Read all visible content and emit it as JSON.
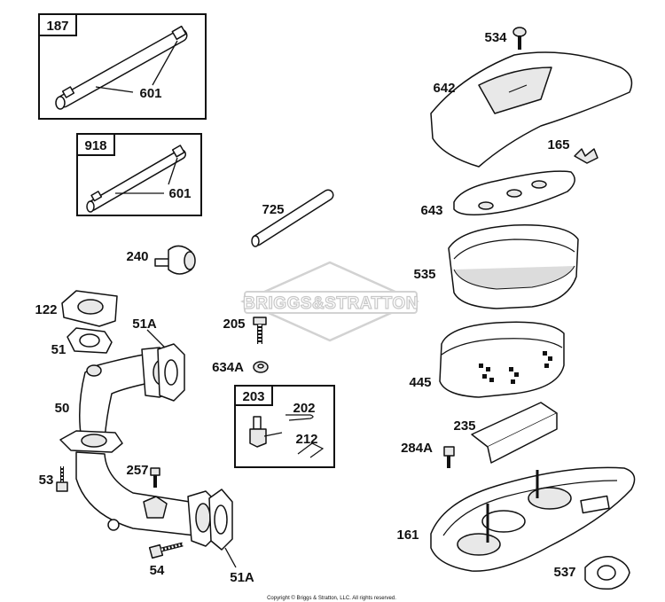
{
  "diagram": {
    "watermark": "BRIGGS&STRATTON",
    "copyright": "Copyright © Briggs & Stratton, LLC. All rights reserved.",
    "boxes": {
      "b187": "187",
      "b918": "918",
      "b203": "203"
    },
    "callouts": {
      "c601a": "601",
      "c601b": "601",
      "c725": "725",
      "c240": "240",
      "c122": "122",
      "c51": "51",
      "c51A_top": "51A",
      "c50": "50",
      "c53": "53",
      "c257": "257",
      "c54": "54",
      "c51A_bottom": "51A",
      "c205": "205",
      "c634A": "634A",
      "c202": "202",
      "c212": "212",
      "c534": "534",
      "c642": "642",
      "c165": "165",
      "c643": "643",
      "c535": "535",
      "c445": "445",
      "c235": "235",
      "c284A": "284A",
      "c161": "161",
      "c537": "537"
    }
  }
}
